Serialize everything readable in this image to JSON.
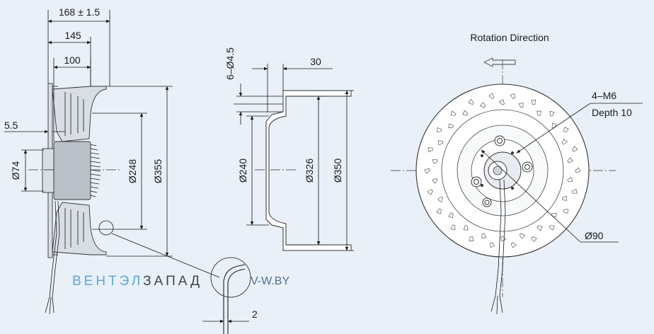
{
  "side_view": {
    "dim_overall_depth": "168 ± 1.5",
    "dim_145": "145",
    "dim_100": "100",
    "dim_5_5": "5.5",
    "dim_d74": "Ø74",
    "dim_d248": "Ø248",
    "dim_d355": "Ø355"
  },
  "ring_view": {
    "dim_holes": "6–Ø4.5",
    "dim_30": "30",
    "dim_d240": "Ø240",
    "dim_d326": "Ø326",
    "dim_d350": "Ø350"
  },
  "detail": {
    "dim_2": "2"
  },
  "front_view": {
    "rotation_label": "Rotation  Direction",
    "thread_label": "4–M6",
    "depth_label": "Depth 10",
    "dim_d90": "Ø90"
  },
  "watermark": {
    "part1": "ВЕНТЭЛ",
    "part2": "ЗАПАД",
    "site": "V-W.BY",
    "colors": {
      "part1": "#5aa8d8",
      "part2": "#444444",
      "site": "#5a6f8a"
    }
  }
}
